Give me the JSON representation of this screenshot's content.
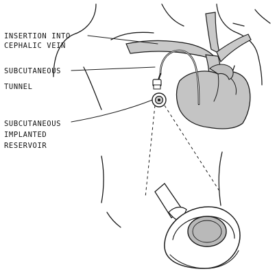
{
  "diagram": {
    "labels": {
      "insertion": [
        "INSERTION INTO",
        "CEPHALIC VEIN"
      ],
      "tunnel": [
        "SUBCUTANEOUS",
        "TUNNEL"
      ],
      "reservoir": [
        "SUBCUTANEOUS",
        "IMPLANTED",
        "RESERVOIR"
      ]
    },
    "colors": {
      "ink": "#1a1a1a",
      "vessel_fill": "#c9c9c9",
      "heart_fill": "#c4c4c4",
      "reservoir_top": "#b9b9b9",
      "background": "#ffffff"
    }
  }
}
